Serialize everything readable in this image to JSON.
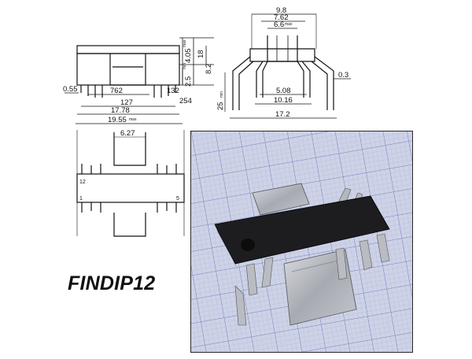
{
  "part_name": "FINDIP12",
  "dimensions": {
    "side_view": {
      "pitch": "762",
      "inner_pitch": "127",
      "lead_width": "0.55",
      "body_length": "17.78",
      "overall_length": "19.55",
      "overall_length_suffix": "max",
      "lead_pitch": "254",
      "lead_end": "132",
      "height_upper": "4.05",
      "height_upper_suffix": "max",
      "height_mid": "18",
      "height_total": "8.2",
      "lead_length": "2.5",
      "lead_length_suffix": "min"
    },
    "end_view": {
      "width_top": "9.8",
      "width_inner": "7.62",
      "tab_width": "6.6",
      "tab_width_suffix": "max",
      "lead_span_inner": "5.08",
      "lead_span": "10.16",
      "overall_width": "17.2",
      "lead_thickness": "0.3",
      "lead_length": "25",
      "lead_length_suffix": "min"
    },
    "top_view": {
      "tab_width": "6.27",
      "pin_left_label": "12",
      "pin_left_bottom": "1",
      "pin_right_bottom": "5"
    }
  },
  "photo": {
    "alt_colors": {
      "grid_bg": "#cdd2e6",
      "grid_minor": "#aab3d6",
      "grid_major": "#7d88c0",
      "body": "#1d1d1f",
      "metal": "#b9bcc2"
    }
  }
}
